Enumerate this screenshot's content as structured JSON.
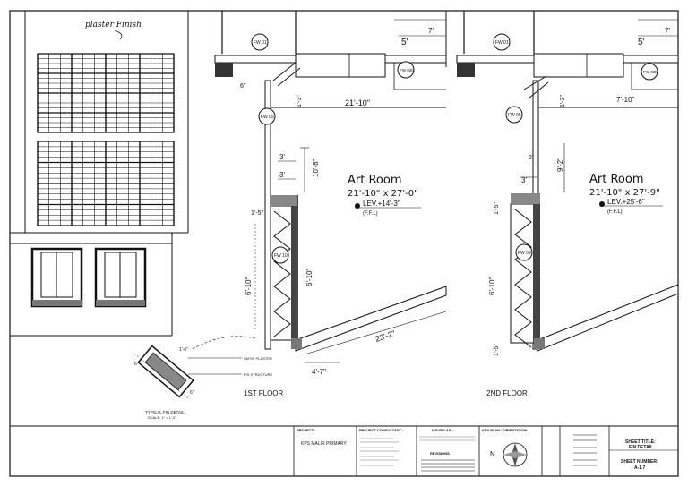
{
  "elevation": {
    "note": "plaster Finish"
  },
  "detail": {
    "caption_line1": "TYPICAL FIN DETAIL",
    "caption_line2": "SCALE: 1\" = 1'-0\"",
    "note1": "SMTH. PLASTER",
    "note2": "P/S STRUCTURE",
    "dim_a": "6\"",
    "dim_b": "1'-6\"",
    "dim_c": "6\""
  },
  "plan1": {
    "label": "1ST FLOOR",
    "room_name": "Art Room",
    "room_size": "21'-10\" x 27'-0\"",
    "level": "LEV.+14'-3\"",
    "level_ref": "(F.F.L)",
    "dim_top": "5'",
    "dim_top2": "7'",
    "dim_width": "21'-10\"",
    "dim_height": "10'-8\"",
    "dim_side": "6'-10\"",
    "dim_side2": "6'-10\"",
    "dim_diag": "23'-2\"",
    "dim_bottom": "4'-7\"",
    "dim_small1": "3'",
    "dim_small2": "3'",
    "dim_small3": "6\"",
    "dim_small4": "1'-5\"",
    "dim_small5": "1'-3\"",
    "tag_fw01": "FW 01",
    "tag_fw02": "FW 02b",
    "tag_fw05": "FW 05",
    "tag_fw10": "FW 10"
  },
  "plan2": {
    "label": "2ND FLOOR",
    "room_name": "Art Room",
    "room_size": "21'-10\" x 27'-9\"",
    "level": "LEV.+25'-6\"",
    "level_ref": "(F.F.L)",
    "dim_top": "5'",
    "dim_top2": "7'",
    "dim_width": "7'-10\"",
    "dim_height": "9'-2\"",
    "dim_side": "6'-10\"",
    "dim_small1": "3'",
    "dim_small2": "2'",
    "dim_small3": "1'-5\"",
    "dim_small4": "1'-5\"",
    "dim_small5": "1'-3\"",
    "tag_fw01": "FW 01",
    "tag_fw02": "FW 02b",
    "tag_fw05": "FW 05",
    "tag_fw09": "FW 09"
  },
  "titleblock": {
    "project_label": "PROJECT :",
    "project_name": "KPS MALIR PRIMARY",
    "consultant_label": "PROJECT CONSULTANT :",
    "issue_label": "ISSUED AS :",
    "revisions_label": "REVISIONS :",
    "keyplan_label": "KEY PLAN / ORIENTATION :",
    "north": "N",
    "sheet_title_label": "SHEET TITLE:",
    "sheet_title": "FIN DETAIL",
    "sheet_number_label": "SHEET NUMBER:",
    "sheet_number": "A-1.7"
  }
}
